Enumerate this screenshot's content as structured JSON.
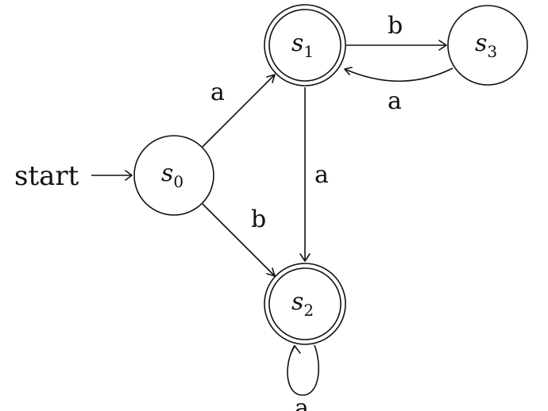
{
  "diagram": {
    "start_label": "start",
    "nodes": [
      {
        "id": "s0",
        "symbol": "s",
        "subscript": "0",
        "accepting": false
      },
      {
        "id": "s1",
        "symbol": "s",
        "subscript": "1",
        "accepting": true
      },
      {
        "id": "s2",
        "symbol": "s",
        "subscript": "2",
        "accepting": true
      },
      {
        "id": "s3",
        "symbol": "s",
        "subscript": "3",
        "accepting": false
      }
    ],
    "edges": [
      {
        "from": "s0",
        "to": "s1",
        "label": "a"
      },
      {
        "from": "s0",
        "to": "s2",
        "label": "b"
      },
      {
        "from": "s1",
        "to": "s3",
        "label": "b"
      },
      {
        "from": "s3",
        "to": "s1",
        "label": "a"
      },
      {
        "from": "s1",
        "to": "s2",
        "label": "a"
      },
      {
        "from": "s2",
        "to": "s2",
        "label": "a"
      }
    ]
  }
}
